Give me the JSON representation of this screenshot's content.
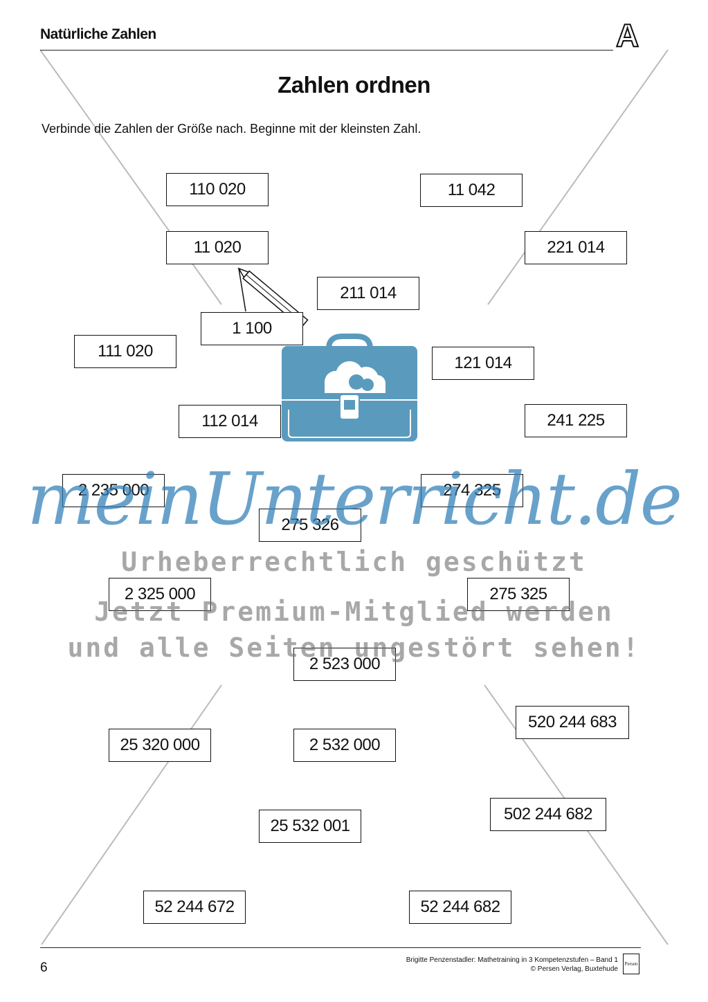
{
  "header": {
    "section_title": "Natürliche Zahlen",
    "level_badge": "A"
  },
  "page_title": "Zahlen ordnen",
  "instruction": "Verbinde die Zahlen der Größe nach. Beginne mit der kleinsten Zahl.",
  "numbers": [
    "110 020",
    "11 042",
    "11 020",
    "221 014",
    "211 014",
    "1 100",
    "111 020",
    "121 014",
    "112 014",
    "241 225",
    "2 235 000",
    "274 325",
    "275 326",
    "2 325 000",
    "275 325",
    "2 523 000",
    "520 244 683",
    "25 320 000",
    "2 532 000",
    "25 532 001",
    "502 244 682",
    "52 244 672",
    "52 244 682"
  ],
  "watermark": {
    "logo_text": "meinUnterricht.de",
    "line1": "Urheberrechtlich geschützt",
    "line2": "Jetzt Premium-Mitglied werden",
    "line3": "und alle Seiten ungestört sehen!"
  },
  "footer": {
    "page_number": "6",
    "credit_line1": "Brigitte Penzenstadler: Mathetraining in 3 Kompetenzstufen – Band 1",
    "credit_line2": "© Persen Verlag, Buxtehude",
    "publisher_logo_text": "Persen"
  },
  "colors": {
    "bag_blue": "#5a9bbd",
    "watermark_blue": "#2f7fb8"
  }
}
